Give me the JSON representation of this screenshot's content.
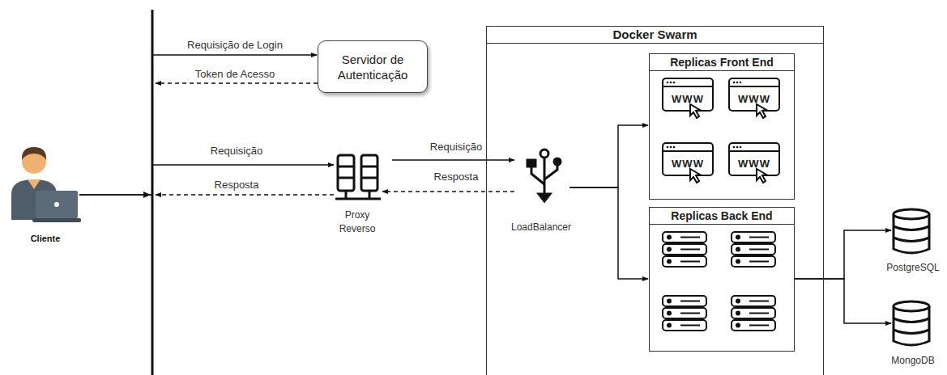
{
  "diagram": {
    "nodes": [
      {
        "text": [
          "Cliente"
        ]
      },
      {
        "text": [
          "Servidor de Autenticação"
        ]
      },
      {
        "text": [
          "Proxy Reverso"
        ]
      },
      {
        "text": [
          "LoadBalancer"
        ]
      },
      {
        "text": [
          "Docker Swarm"
        ]
      },
      {
        "text": [
          "Replicas Front End"
        ],
        "in": 4
      },
      {
        "text": [
          "Replicas Back End"
        ],
        "in": 4
      },
      {
        "text": [
          "PostgreSQL"
        ]
      },
      {
        "text": [
          "MongoDB"
        ]
      }
    ],
    "edges": [
      {
        "from": 0,
        "to": 1,
        "label": "Requisição de Login",
        "arrow": "to"
      },
      {
        "from": 1,
        "to": 0,
        "label": "Token de Acesso",
        "arrow": "to"
      },
      {
        "from": 0,
        "to": 2,
        "label": "Requisição",
        "arrow": "to"
      },
      {
        "from": 2,
        "to": 0,
        "label": "Resposta",
        "arrow": "to"
      },
      {
        "from": 2,
        "to": 3,
        "label": "Requisição",
        "arrow": "to"
      },
      {
        "from": 3,
        "to": 2,
        "label": "Resposta",
        "arrow": "to"
      },
      {
        "from": 3,
        "to": 5,
        "arrow": "to"
      },
      {
        "from": 3,
        "to": 6,
        "arrow": "to"
      },
      {
        "from": 6,
        "to": 7,
        "arrow": "to"
      },
      {
        "from": 6,
        "to": 8,
        "arrow": "to"
      }
    ],
    "labels": [
      "WWW",
      "WWW",
      "WWW",
      "WWW"
    ]
  }
}
